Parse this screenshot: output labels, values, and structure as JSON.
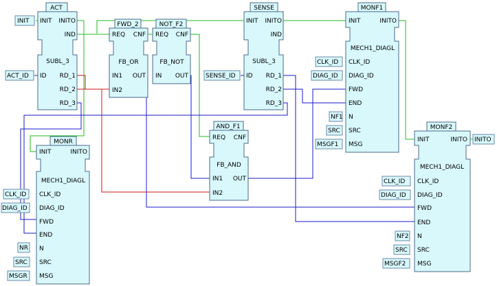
{
  "blocks": {
    "act": {
      "name": "ACT",
      "type": "SUBL_3",
      "ev_in": "INIT",
      "ev_out": "INITO",
      "ev_out2": "IND",
      "data_in": [
        "ID"
      ],
      "data_out": [
        "RD_1",
        "RD_2",
        "RD_3"
      ]
    },
    "fwd2": {
      "name": "FWD_2",
      "type": "FB_OR",
      "ev_in": "REQ",
      "ev_out": "CNF",
      "data_in": [
        "IN1",
        "IN2"
      ],
      "data_out": [
        "OUT"
      ]
    },
    "notf2": {
      "name": "NOT_F2",
      "type": "FB_NOT",
      "ev_in": "REQ",
      "ev_out": "CNF",
      "data_in": [
        "IN"
      ],
      "data_out": [
        "OUT"
      ]
    },
    "sense": {
      "name": "SENSE",
      "type": "SUBL_3",
      "ev_in": "INIT",
      "ev_out": "INITO",
      "ev_out2": "IND",
      "data_in": [
        "ID"
      ],
      "data_out": [
        "RD_1",
        "RD_2",
        "RD_3"
      ]
    },
    "monf1": {
      "name": "MONF1",
      "type": "MECH1_DIAGL",
      "ev_in": "INIT",
      "ev_out": "INITO",
      "data_in": [
        "CLK_ID",
        "DIAG_ID",
        "FWD",
        "END",
        "N",
        "SRC",
        "MSG"
      ]
    },
    "andf1": {
      "name": "AND_F1",
      "type": "FB_AND",
      "ev_in": "REQ",
      "ev_out": "CNF",
      "data_in": [
        "IN1",
        "IN2"
      ],
      "data_out": [
        "OUT"
      ]
    },
    "monr": {
      "name": "MONR",
      "type": "MECH1_DIAGL",
      "ev_in": "INIT",
      "ev_out": "INITO",
      "data_in": [
        "CLK_ID",
        "DIAG_ID",
        "FWD",
        "END",
        "N",
        "SRC",
        "MSG"
      ]
    },
    "monf2": {
      "name": "MONF2",
      "type": "MECH1_DIAGL",
      "ev_in": "INIT",
      "ev_out": "INITO",
      "data_in": [
        "CLK_ID",
        "DIAG_ID",
        "FWD",
        "END",
        "N",
        "SRC",
        "MSG"
      ]
    }
  },
  "inputs": {
    "act_init": "INIT",
    "act_id": "ACT_ID",
    "sense_id": "SENSE_ID",
    "f1_clk": "CLK_ID",
    "f1_diag": "DIAG_ID",
    "f1_n": "NF1",
    "f1_src": "SRC",
    "f1_msg": "MSGF1",
    "r_clk": "CLK_ID",
    "r_diag": "DIAG_ID",
    "r_n": "NR",
    "r_src": "SRC",
    "r_msg": "MSGR",
    "f2_clk": "CLK_ID",
    "f2_diag": "DIAG_ID",
    "f2_n": "NF2",
    "f2_src": "SRC",
    "f2_msg": "MSGF2"
  },
  "outputs": {
    "f2_inito": "INITO"
  },
  "colors": {
    "event_wire": "#22bb22",
    "data_wire": "#1a1acc",
    "bool_wire": "#cc1a1a",
    "block_fill": "#d8f8fc",
    "block_stroke": "#4a6a8a"
  }
}
